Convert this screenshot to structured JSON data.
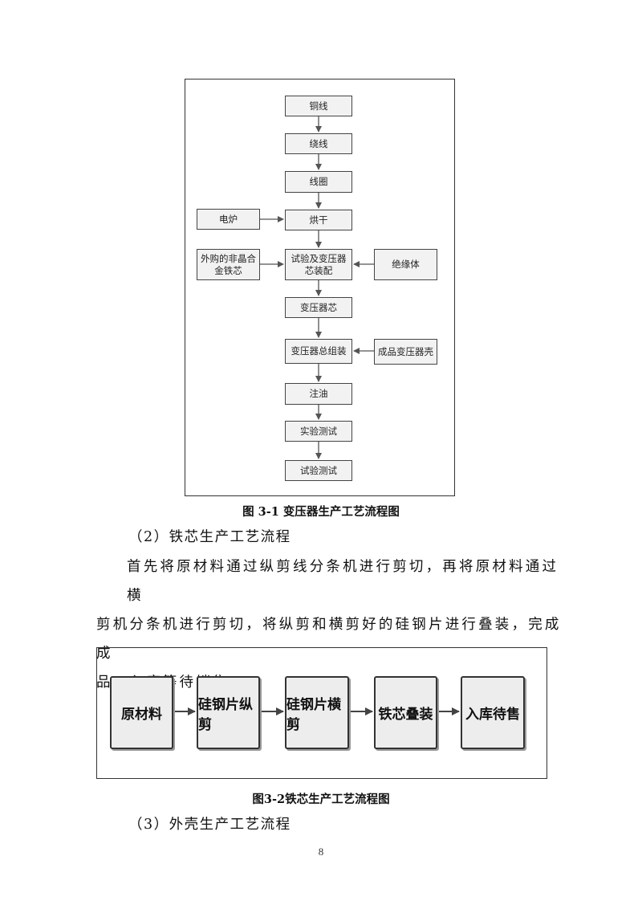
{
  "figure1": {
    "nodes": {
      "copper_wire": "铜线",
      "winding": "绕线",
      "coil": "线圈",
      "electric_furnace": "电炉",
      "drying": "烘干",
      "amorphous_core": "外购的非晶合\n金铁芯",
      "test_core_assembly": "试验及变压器\n芯装配",
      "insulator": "绝缘体",
      "transformer_core": "变压器芯",
      "final_assembly": "变压器总组装",
      "finished_shell": "成品变压器壳",
      "oil_filling": "注油",
      "experiment_test": "实验测试",
      "trial_test": "试验测试"
    },
    "caption": "图 3-1 变压器生产工艺流程图"
  },
  "section2": {
    "heading": "（2）铁芯生产工艺流程",
    "paragraph": [
      "首先将原材料通过纵剪线分条机进行剪切，再将原材料通过横",
      "剪机分条机进行剪切，将纵剪和横剪好的硅钢片进行叠装，完成成",
      "品，入库等待销售。"
    ]
  },
  "figure2": {
    "steps": [
      "原材料",
      "硅钢片纵剪",
      "硅钢片横剪",
      "铁芯叠装",
      "入库待售"
    ],
    "caption": "图3-2铁芯生产工艺流程图"
  },
  "section3": {
    "heading": "（3）外壳生产工艺流程"
  },
  "page_number": "8"
}
